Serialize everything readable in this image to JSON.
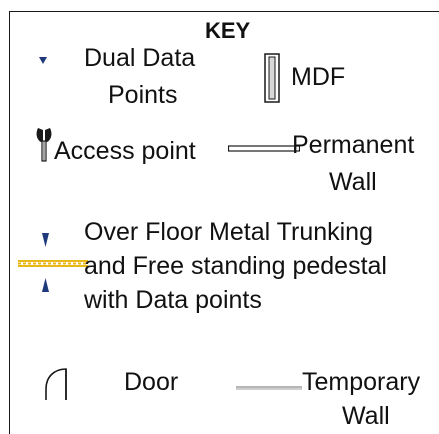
{
  "legend": {
    "title": "KEY",
    "items": {
      "dual_data_points": {
        "label_line1": "Dual Data",
        "label_line2": "Points",
        "icon": "small-triangle-icon"
      },
      "mdf": {
        "label": "MDF",
        "icon": "mdf-rectangle-icon"
      },
      "access_point": {
        "label": "Access point",
        "icon": "access-point-antenna-icon"
      },
      "permanent_wall": {
        "label_line1": "Permanent",
        "label_line2": "Wall",
        "icon": "double-line-wall-icon"
      },
      "trunking": {
        "label_line1": "Over Floor Metal Trunking",
        "label_line2": "and Free standing pedestal",
        "label_line3": "with Data points",
        "icon": "trunking-pedestal-icon"
      },
      "door": {
        "label": "Door",
        "icon": "door-swing-icon"
      },
      "temporary_wall": {
        "label_line1": "Temporary",
        "label_line2": "Wall",
        "icon": "thin-gray-line-icon"
      }
    }
  },
  "colors": {
    "triangle_blue": "#1f3a7a",
    "trunking_yellow": "#e8b81a",
    "line_dark": "#1a1a1a",
    "temp_wall_gray": "#8a8a8a"
  }
}
